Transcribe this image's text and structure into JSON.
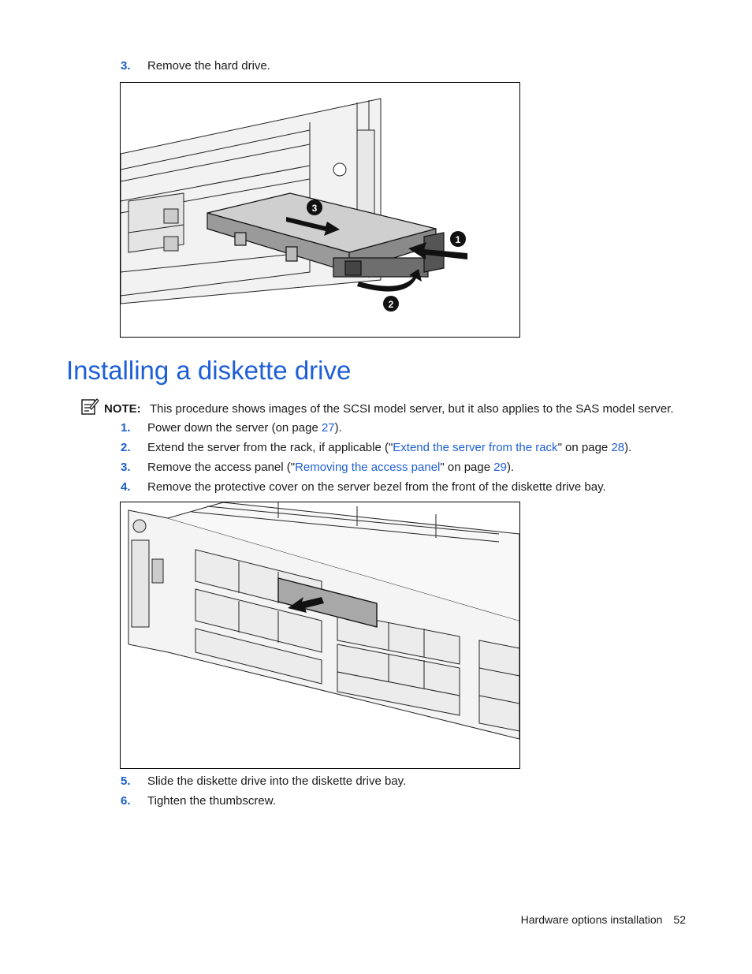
{
  "top": {
    "step3": {
      "num": "3.",
      "text": "Remove the hard drive."
    },
    "callouts": [
      "1",
      "2",
      "3"
    ]
  },
  "section": {
    "heading": "Installing a diskette drive",
    "note": {
      "label": "NOTE:",
      "text": "This procedure shows images of the SCSI model server, but it also applies to the SAS model server."
    },
    "steps": [
      {
        "num": "1.",
        "pre": "Power down the server (on page ",
        "link1": "27",
        "post": ")."
      },
      {
        "num": "2.",
        "pre": "Extend the server from the rack, if applicable (\"",
        "link1": "Extend the server from the rack",
        "mid": "\" on page ",
        "link2": "28",
        "post": ")."
      },
      {
        "num": "3.",
        "pre": "Remove the access panel (\"",
        "link1": "Removing the access panel",
        "mid": "\" on page ",
        "link2": "29",
        "post": ")."
      },
      {
        "num": "4.",
        "text": "Remove the protective cover on the server bezel from the front of the diskette drive bay."
      },
      {
        "num": "5.",
        "text": "Slide the diskette drive into the diskette drive bay."
      },
      {
        "num": "6.",
        "text": "Tighten the thumbscrew."
      }
    ]
  },
  "footer": {
    "section": "Hardware options installation",
    "page": "52"
  },
  "colors": {
    "link": "#1f5fd6",
    "step_number": "#1a5fc8",
    "heading": "#1f5fd6"
  }
}
